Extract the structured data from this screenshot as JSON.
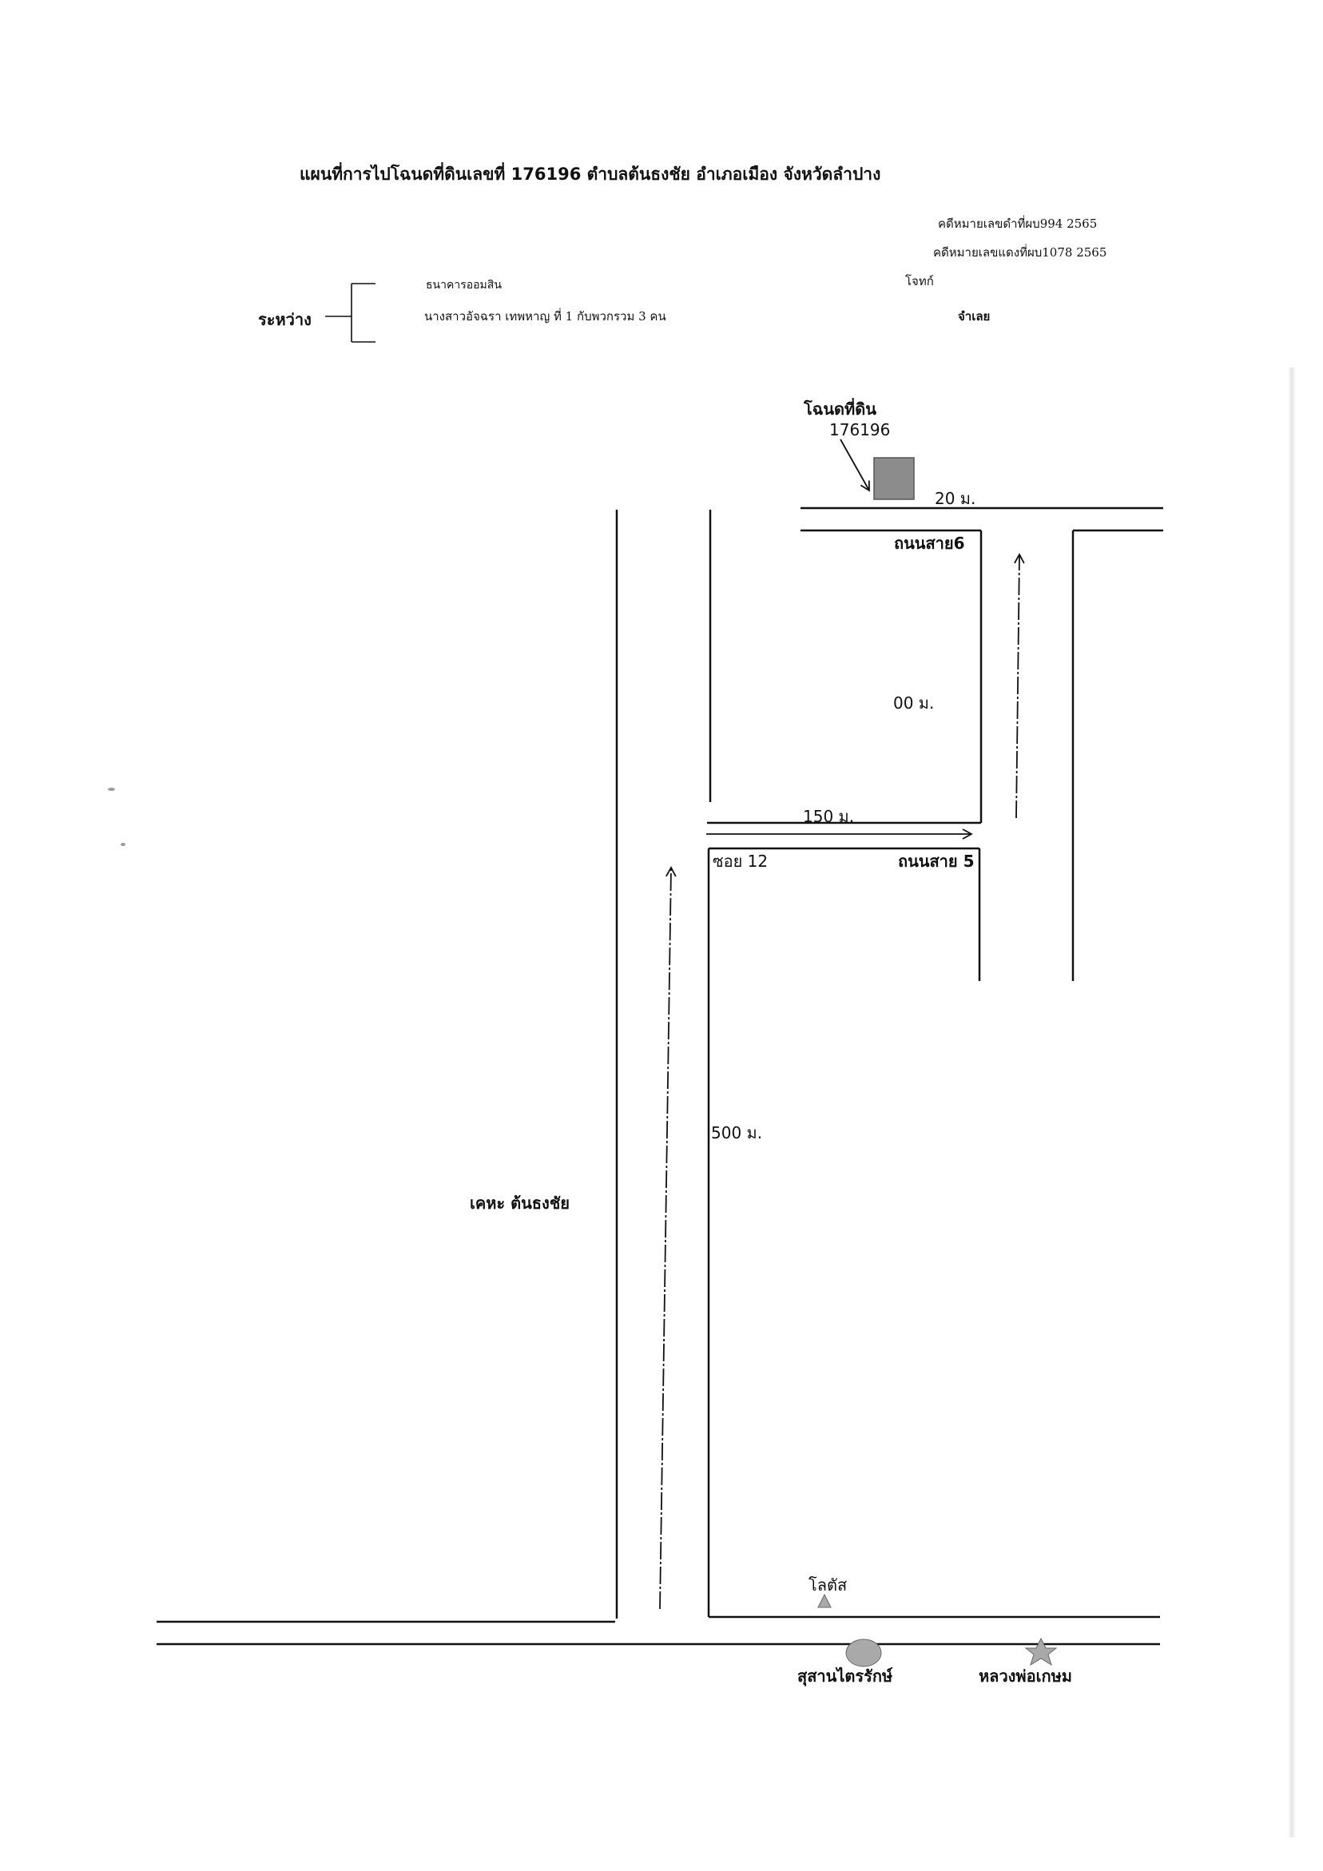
{
  "header": {
    "title": "แผนที่การไปโฉนดที่ดินเลขที่  176196  ตำบลต้นธงชัย  อำเภอเมือง  จังหวัดลำปาง",
    "case_black": "คดีหมายเลขดำที่ผบ994 2565",
    "case_red": "คดีหมายเลขแดงที่ผบ1078 2565",
    "between_label": "ระหว่าง",
    "party_plaintiff": "ธนาคารออมสิน",
    "party_defendant": "นางสาวอัจฉรา  เทพหาญ  ที่ 1 กับพวกรวม 3 คน",
    "role_plaintiff": "โจทก์",
    "role_defendant": "จำเลย"
  },
  "map": {
    "deed_label": "โฉนดที่ดิน",
    "deed_number": "176196",
    "dist_20": "20 ม.",
    "road_6": "ถนนสาย6",
    "dist_00": "00 ม.",
    "dist_150": "150 ม.",
    "soi_12": "ซอย 12",
    "road_5": "ถนนสาย 5",
    "dist_500": "500 ม.",
    "municipality": "เคหะ ต้นธงชัย",
    "lotus": "โลตัส",
    "cemetery": "สุสานไตรรักษ์",
    "luang_por": "หลวงพ่อเกษม"
  },
  "colors": {
    "ink": "#111111",
    "parcel_fill": "#8c8c8c",
    "landmark_fill": "#a9a9a9"
  },
  "icons": {
    "parcel": "square-parcel-marker",
    "lotus": "triangle-icon",
    "cemetery": "circle-shrine-icon",
    "luang_por": "star-icon"
  }
}
